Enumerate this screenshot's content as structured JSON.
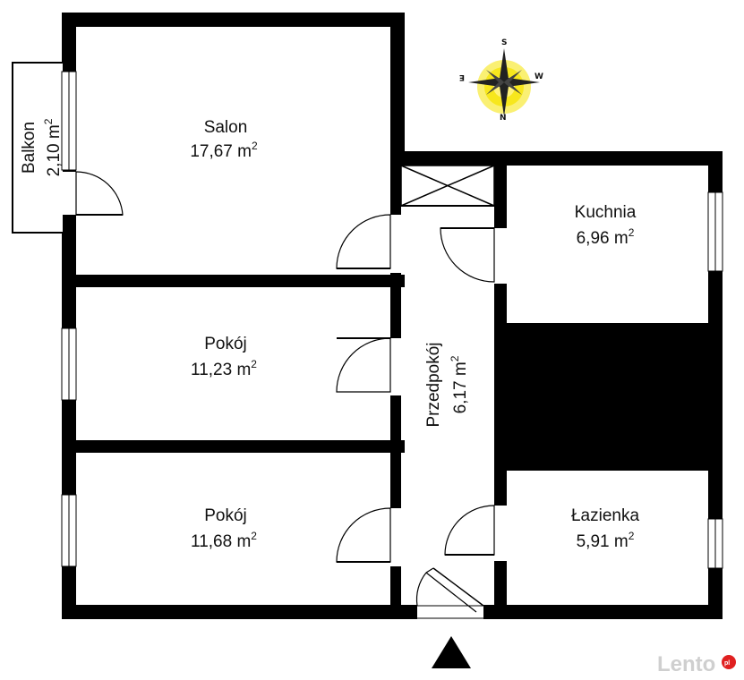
{
  "rooms": [
    {
      "name": "Salon",
      "area": "17,67 m",
      "unit_sup": "2"
    },
    {
      "name": "Kuchnia",
      "area": "6,96 m",
      "unit_sup": "2"
    },
    {
      "name": "Pokój",
      "area": "11,23 m",
      "unit_sup": "2"
    },
    {
      "name": "Pokój",
      "area": "11,68 m",
      "unit_sup": "2"
    },
    {
      "name": "Łazienka",
      "area": "5,91 m",
      "unit_sup": "2"
    },
    {
      "name": "Przedpokój",
      "area": "6,17 m",
      "unit_sup": "2"
    },
    {
      "name": "Balkon",
      "area": "2,10 m",
      "unit_sup": "2"
    }
  ],
  "compass": {
    "s": "S",
    "e": "E",
    "w": "W",
    "n": "N"
  },
  "watermark": {
    "brand": "Lento",
    "suffix": "pl"
  },
  "colors": {
    "wall": "#000000",
    "compass_glow": "#f5e400",
    "watermark": "#cfcfcf"
  }
}
